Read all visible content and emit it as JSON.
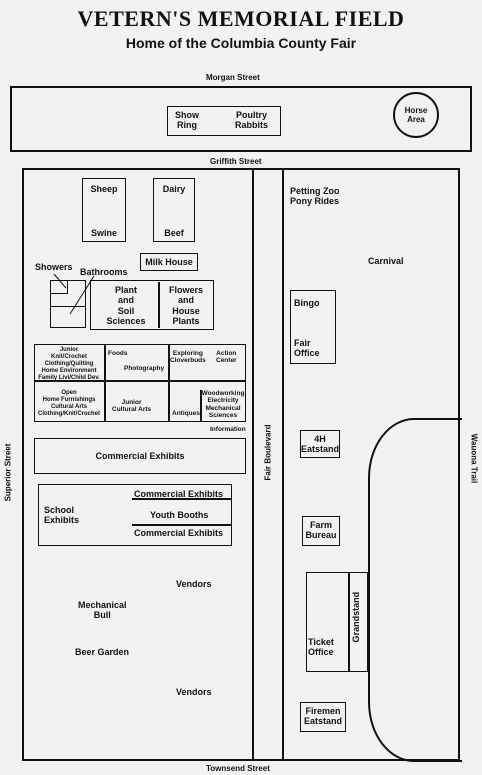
{
  "header": {
    "title": "VETERN'S MEMORIAL FIELD",
    "subtitle": "Home of the Columbia County Fair"
  },
  "streets": {
    "north": "Morgan Street",
    "middle": "Griffith Street",
    "south": "Townsend Street",
    "west": "Superior Street",
    "east": "Wauona Trail",
    "boulevard": "Fair Boulevard"
  },
  "top_block": {
    "show_ring": "Show\nRing",
    "poultry": "Poultry\nRabbits",
    "horse_area": "Horse\nArea"
  },
  "west_side": {
    "sheep": "Sheep",
    "swine": "Swine",
    "dairy": "Dairy",
    "beef": "Beef",
    "milk_house": "Milk House",
    "showers": "Showers",
    "bathrooms": "Bathrooms",
    "plant_soil": "Plant\nand\nSoil\nSciences",
    "flowers": "Flowers\nand\nHouse\nPlants",
    "junior_knit": "Junior\nKnit/Crochet\nClothing/Quilting\nHome Environment\nFamily Livi/Child Dev.",
    "foods": "Foods",
    "photography": "Photography",
    "exploring": "Exploring\nCloverbuds",
    "action_center": "Action\nCenter",
    "open_home": "Open\nHome Furnishings\nCultural Arts\nClothing/Knit/Crochet",
    "junior_arts": "Junior\nCultural Arts",
    "antiques": "Antiques",
    "woodworking": "Woodworking\nElectricity\nMechanical\nSciences",
    "information": "Information",
    "commercial_1": "Commercial Exhibits",
    "school_exhibits": "School\nExhibits",
    "commercial_2": "Commercial Exhibits",
    "youth_booths": "Youth Booths",
    "commercial_3": "Commercial Exhibits",
    "vendors_1": "Vendors",
    "mechanical_bull": "Mechanical\nBull",
    "beer_garden": "Beer Garden",
    "vendors_2": "Vendors"
  },
  "east_side": {
    "petting_zoo": "Petting Zoo\nPony Rides",
    "carnival": "Carnival",
    "bingo": "Bingo",
    "fair_office": "Fair\nOffice",
    "eatstand_4h": "4H\nEatstand",
    "farm_bureau": "Farm\nBureau",
    "grandstand": "Grandstand",
    "ticket_office": "Ticket\nOffice",
    "firemen": "Firemen\nEatstand"
  }
}
